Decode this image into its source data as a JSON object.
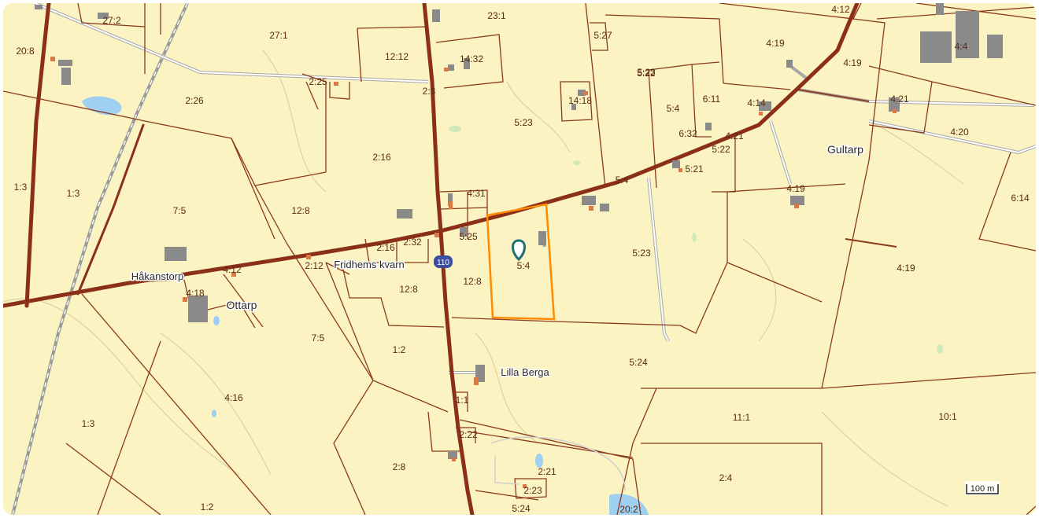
{
  "map": {
    "colors": {
      "land": "#fbf3c2",
      "boundary": "#8b3a1c",
      "road": "#8b2f18",
      "selected_parcel": "#ff8c00",
      "marker": "#1f6f73",
      "building": "#8a8a8a",
      "water": "#9fd0f2",
      "rail": "#9a9a9a"
    },
    "route_shield": "110",
    "scale_bar": "100 m",
    "marker_icon": "map-pin-icon",
    "places": [
      {
        "id": "hakanstorp",
        "name": "Håkanstorp"
      },
      {
        "id": "ottarp",
        "name": "Ottarp"
      },
      {
        "id": "fridhems-kvarn",
        "name": "Fridhems kvarn"
      },
      {
        "id": "lilla-berga",
        "name": "Lilla Berga"
      },
      {
        "id": "gultarp",
        "name": "Gultarp"
      }
    ],
    "parcels": [
      "27:2",
      "27:1",
      "23:1",
      "20:8",
      "2:26",
      "12:12",
      "14:32",
      "2:25",
      "2:3",
      "5:27",
      "4:12",
      "4:19",
      "4:19",
      "4:4",
      "5:23",
      "14:18",
      "5:22",
      "5:4",
      "6:11",
      "4:14",
      "4:21",
      "6:32",
      "4:21",
      "5:23",
      "5:22",
      "5:21",
      "4:20",
      "2:16",
      "1:3",
      "1:3",
      "7:5",
      "12:8",
      "4:31",
      "5:4",
      "4:19",
      "6:14",
      "2:16",
      "2:32",
      "5:25",
      "5:4",
      "5:23",
      "2:12",
      "4:12",
      "4:18",
      "12:8",
      "12:8",
      "4:19",
      "7:5",
      "1:2",
      "5:24",
      "4:16",
      "1:3",
      "1:1",
      "2:22",
      "11:1",
      "10:1",
      "2:8",
      "2:21",
      "2:4",
      "2:23",
      "1:2",
      "5:24",
      "20:2"
    ]
  }
}
